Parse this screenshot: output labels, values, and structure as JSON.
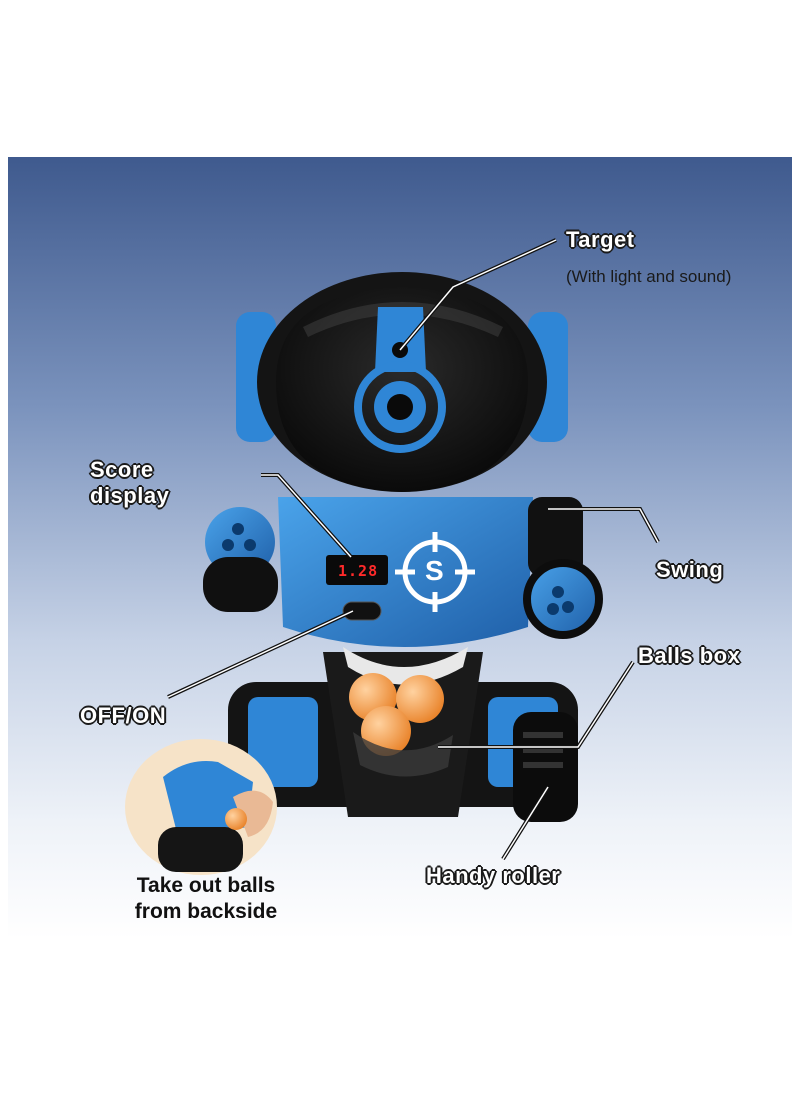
{
  "labels": {
    "target": "Target",
    "target_note": "(With light and sound)",
    "score_display_line1": "Score",
    "score_display_line2": "display",
    "swing": "Swing",
    "balls_box": "Balls box",
    "off_on": "OFF/ON",
    "handy_roller": "Handy roller",
    "take_out_line1": "Take out balls",
    "take_out_line2": "from backside"
  },
  "score_value": "1.28",
  "logo_letter": "S",
  "colors": {
    "robot_blue": "#2f86d6",
    "ball_orange": "#f59a3c",
    "body_black": "#151515",
    "background_top": "#3f5a8e"
  }
}
